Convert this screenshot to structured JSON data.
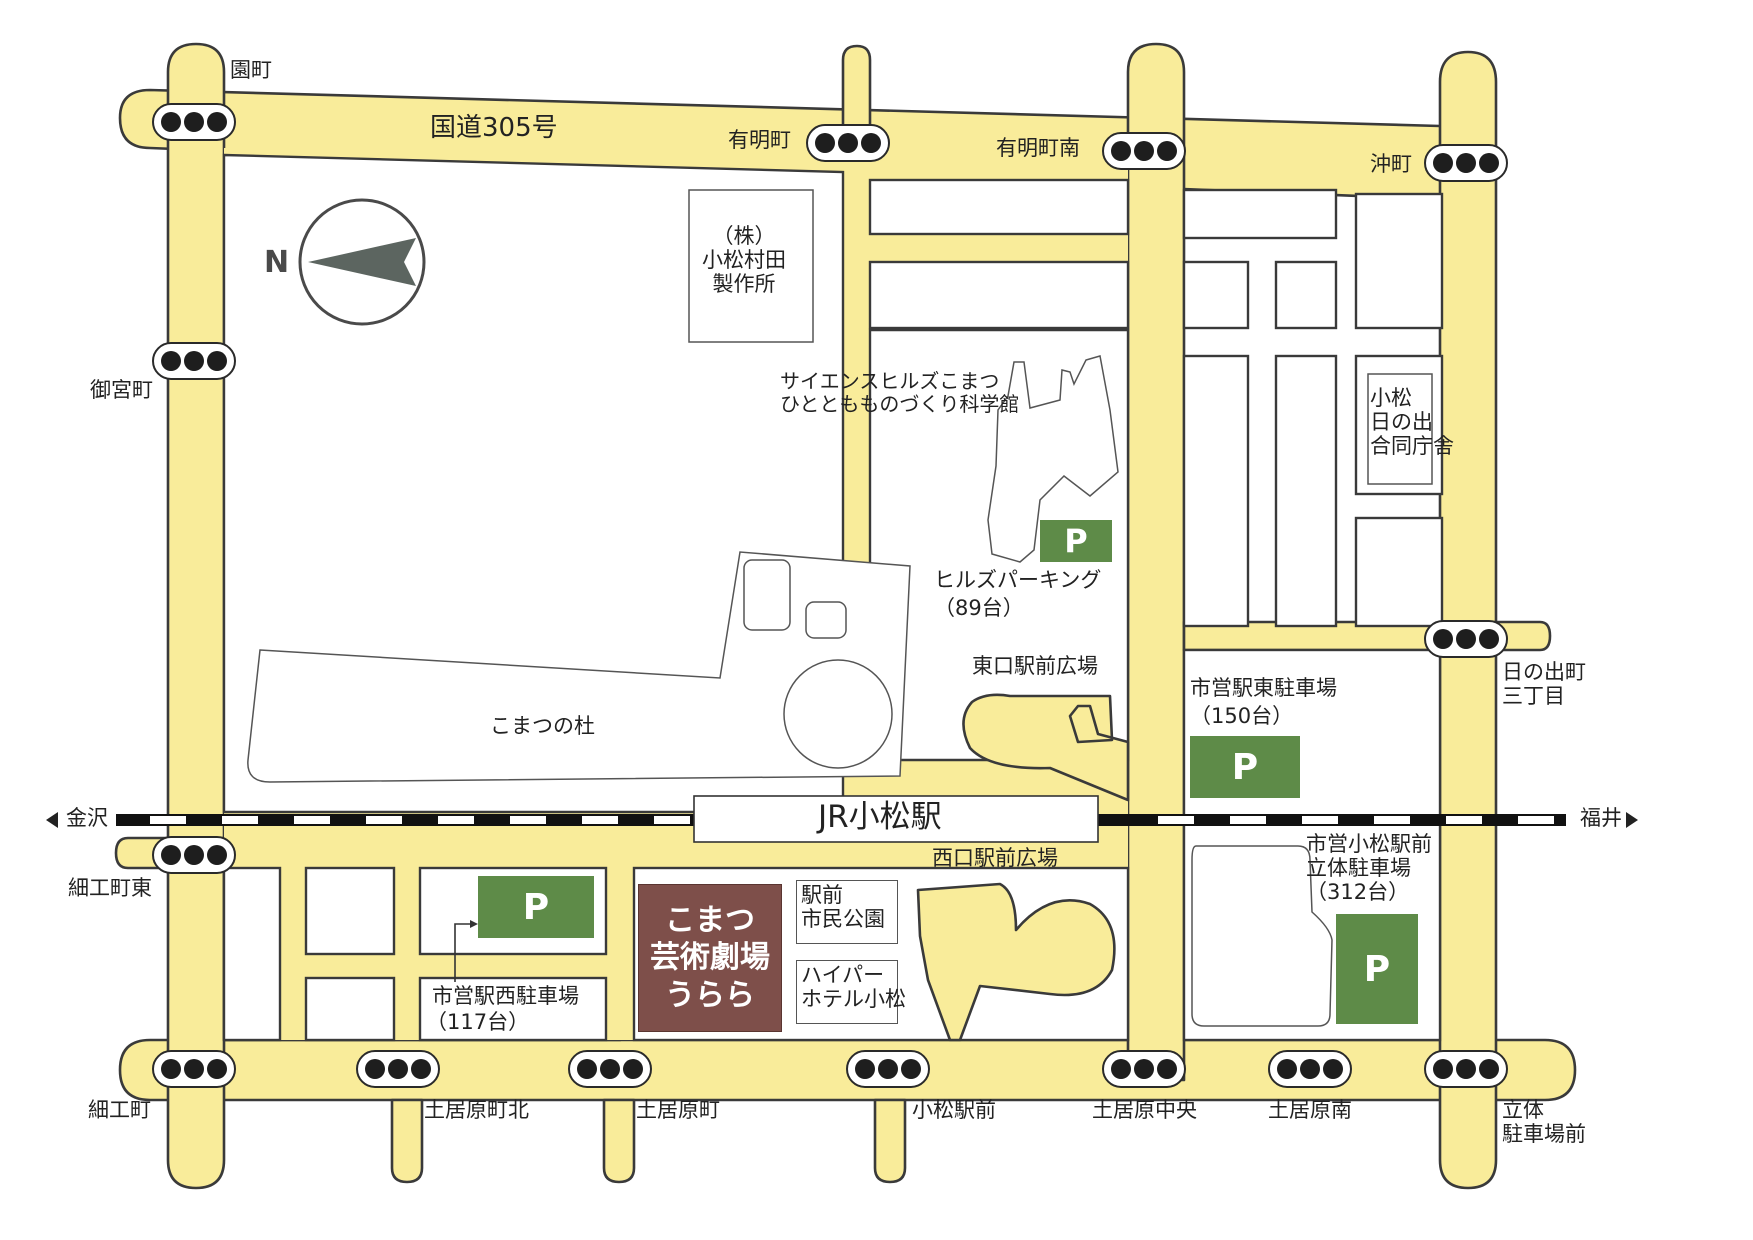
{
  "map": {
    "north_symbol": "N",
    "route_label": "国道305号",
    "station": "JR小松駅",
    "railway": {
      "west_dest": "金沢",
      "east_dest": "福井"
    },
    "intersections": [
      "園町",
      "有明町",
      "有明町南",
      "沖町",
      "御宮町",
      "日の出町\n三丁目",
      "細工町東",
      "細工町",
      "土居原町北",
      "土居原町",
      "小松駅前",
      "土居原中央",
      "土居原南",
      "立体\n駐車場前"
    ],
    "landmarks": {
      "murata": "（株）\n小松村田\n製作所",
      "science_hills": "サイエンスヒルズこまつ\nひとともものづくり科学館",
      "gov_office": "小松\n日の出\n合同庁舎",
      "komatsu_mori": "こまつの杜",
      "east_plaza": "東口駅前広場",
      "west_plaza": "西口駅前広場",
      "park": "駅前\n市民公園",
      "hotel": "ハイパー\nホテル小松",
      "theatre": [
        "こまつ",
        "芸術劇場",
        "うらら"
      ]
    },
    "parking": [
      {
        "symbol": "P",
        "label": "ヒルズパーキング",
        "capacity": "（89台）"
      },
      {
        "symbol": "P",
        "label": "市営駅東駐車場",
        "capacity": "（150台）"
      },
      {
        "symbol": "P",
        "label": "市営小松駅前\n立体駐車場",
        "capacity": "（312台）"
      },
      {
        "symbol": "P",
        "label": "市営駅西駐車場",
        "capacity": "（117台）"
      }
    ],
    "colors": {
      "road": "#f9ec9a",
      "parking": "#5e8b48",
      "theatre": "#7e4f4a",
      "outline": "#3a3a3a"
    }
  }
}
